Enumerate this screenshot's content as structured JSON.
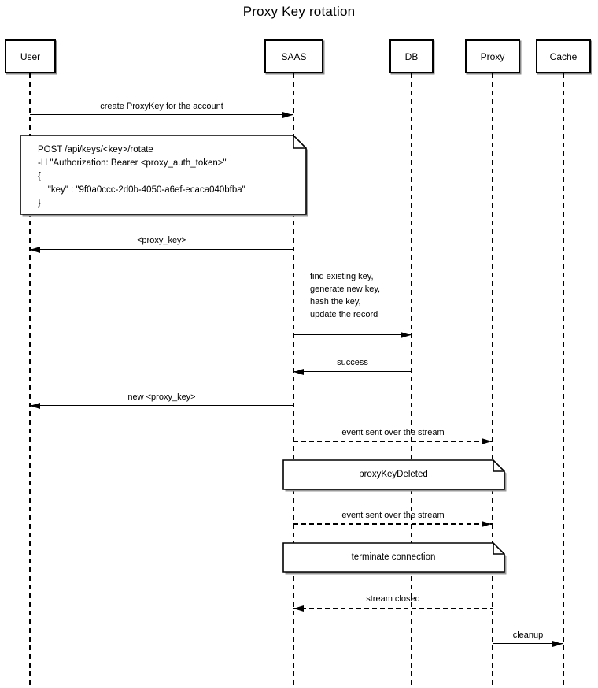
{
  "title": "Proxy Key rotation",
  "colors": {
    "line": "#000000",
    "background": "#ffffff",
    "note_fill": "#ffffff"
  },
  "participants": [
    {
      "label": "User"
    },
    {
      "label": "SAAS"
    },
    {
      "label": "DB"
    },
    {
      "label": "Proxy"
    },
    {
      "label": "Cache"
    }
  ],
  "messages": [
    {
      "label": "create ProxyKey for the account",
      "from": "User",
      "to": "SAAS",
      "style": "solid"
    },
    {
      "label": "<proxy_key>",
      "from": "SAAS",
      "to": "User",
      "style": "solid"
    },
    {
      "label": "find existing key,\ngenerate new key,\nhash the key,\nupdate the record",
      "from": "SAAS",
      "to": "DB",
      "style": "solid"
    },
    {
      "label": "success",
      "from": "DB",
      "to": "SAAS",
      "style": "solid"
    },
    {
      "label": "new <proxy_key>",
      "from": "SAAS",
      "to": "User",
      "style": "solid"
    },
    {
      "label": "event sent over the stream",
      "from": "SAAS",
      "to": "Proxy",
      "style": "dashed"
    },
    {
      "label": "event sent over the stream",
      "from": "SAAS",
      "to": "Proxy",
      "style": "dashed"
    },
    {
      "label": "stream closed",
      "from": "Proxy",
      "to": "SAAS",
      "style": "dashed"
    },
    {
      "label": "cleanup",
      "from": "Proxy",
      "to": "Cache",
      "style": "solid"
    }
  ],
  "notes": [
    {
      "over": "User, SAAS",
      "text": "POST /api/keys/<key>/rotate\n-H \"Authorization: Bearer <proxy_auth_token>\"\n{\n    \"key\" : \"9f0a0ccc-2d0b-4050-a6ef-ecaca040bfba\"\n}"
    },
    {
      "over": "SAAS, Proxy",
      "text": "proxyKeyDeleted"
    },
    {
      "over": "SAAS, Proxy",
      "text": "terminate connection"
    }
  ]
}
